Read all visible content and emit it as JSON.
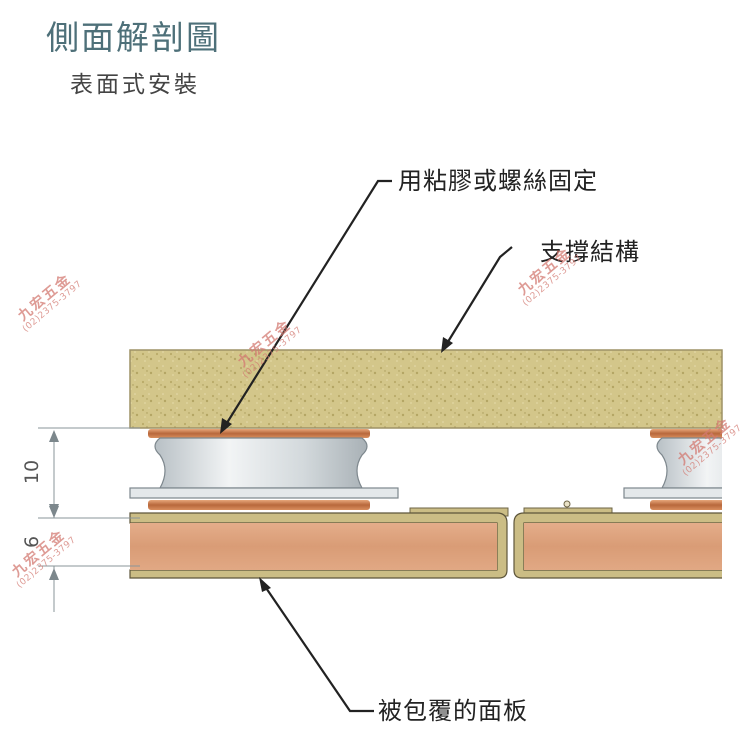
{
  "heading": {
    "title": "側面解剖圖",
    "subtitle": "表面式安裝"
  },
  "callouts": {
    "adhesive_or_screw": "用粘膠或螺絲固定",
    "support_structure": "支撐結構",
    "clad_panel": "被包覆的面板"
  },
  "dimensions": {
    "gap": "10",
    "panel": "6"
  },
  "watermark": {
    "name": "九宏五金",
    "phone": "(02)2375-3797"
  },
  "colors": {
    "title": "#4e7079",
    "support_block": "#d6c98a",
    "panel": "#dc9f7b",
    "panel_frame": "#c8bc8a",
    "bushing": "#d8dde0",
    "copper_pad": "#c97a4a",
    "watermark": "#d37a72"
  }
}
